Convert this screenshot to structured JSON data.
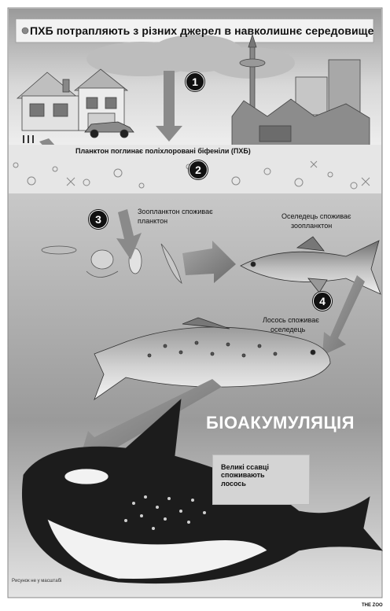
{
  "title": "ПХБ потрапляють з різних джерел в навколишнє середовище",
  "steps": {
    "one": "1",
    "two": "2",
    "three": "3",
    "four": "4"
  },
  "captions": {
    "plankton": "Планктон поглинає поліхлоровані біфеніли (ПХБ)",
    "zooplankton_line1": "Зоопланктон споживає",
    "zooplankton_line2": "планктон",
    "herring_line1": "Оселедець споживає",
    "herring_line2": "зоопланктон",
    "salmon_line1": "Лосось споживає",
    "salmon_line2": "оселедець",
    "mammals_line1": "Великі ссавці",
    "mammals_line2": "споживають",
    "mammals_line3": "лосось"
  },
  "heading_bio": "БІОАКУМУЛЯЦІЯ",
  "footnote": "Рисунок не у масштабі",
  "credit": "THE ZOO",
  "colors": {
    "accent": "#111111",
    "sea_dark": "#9a9a9a",
    "orca": "#1c1c1c"
  },
  "icons": {
    "title_bullet": "circle-bullet-icon"
  }
}
